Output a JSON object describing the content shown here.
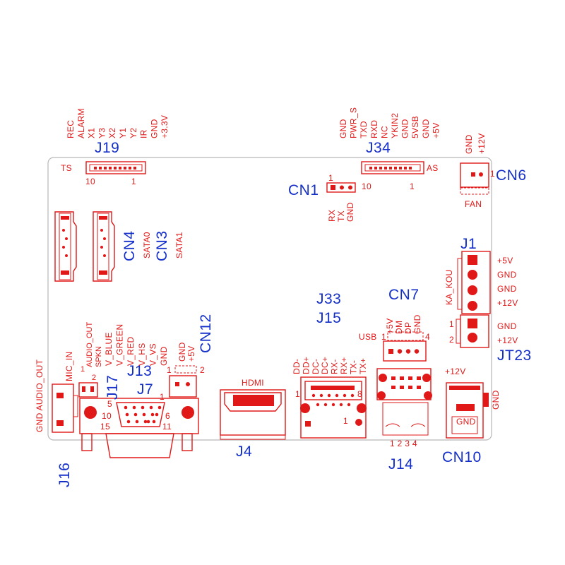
{
  "colors": {
    "pin_labels": "#e01818",
    "designators": "#1530c8",
    "board_outline": "#b8b8b8"
  },
  "j19": {
    "ref": "J19",
    "pins": [
      "REC",
      "ALARM",
      "X1",
      "Y3",
      "X2",
      "Y1",
      "Y2",
      "IR",
      "GND",
      "+3.3V"
    ],
    "label": "TS",
    "n_left": "10",
    "n_right": "1"
  },
  "j34": {
    "ref": "J34",
    "pins": [
      "GND",
      "PWR_S",
      "TXD",
      "RXD",
      "NC",
      "YKIN2",
      "GND",
      "5VSB",
      "GND",
      "+5V"
    ],
    "label": "AS",
    "n_left": "10",
    "n_right": "1"
  },
  "cn1": {
    "ref": "CN1",
    "pin1": "1",
    "pins": [
      "RX",
      "TX",
      "GND"
    ]
  },
  "cn6": {
    "ref": "CN6",
    "pins": [
      "GND",
      "+12V"
    ],
    "pin1": "1",
    "label": "FAN"
  },
  "cn4": {
    "ref": "CN4",
    "label": "SATA0"
  },
  "cn3": {
    "ref": "CN3",
    "label": "SATA1"
  },
  "j1": {
    "ref": "J1",
    "side_label": "KA_KOU",
    "pins": [
      "+5V",
      "GND",
      "GND",
      "+12V"
    ]
  },
  "jt23": {
    "ref": "JT23",
    "n1": "1",
    "n2": "2",
    "pins": [
      "GND",
      "+12V"
    ]
  },
  "j33": {
    "ref": "J33"
  },
  "j15": {
    "ref": "J15"
  },
  "cn7": {
    "ref": "CN7",
    "label": "USB",
    "n_left": "1",
    "n_right": "4",
    "pins": [
      "+5V",
      "DM",
      "DP",
      "GND"
    ]
  },
  "cn12": {
    "ref": "CN12",
    "pins": [
      "GND",
      "+5V"
    ],
    "n_left": "1",
    "n_right": "2"
  },
  "j13": {
    "ref": "J13"
  },
  "j7": {
    "ref": "J7",
    "pins": [
      "V_BLUE",
      "V_GREEN",
      "V_RED",
      "V_HS",
      "V_VS",
      "GND"
    ],
    "n1": "1",
    "n5": "5",
    "n6": "6",
    "n10": "10",
    "n11": "11",
    "n15": "15"
  },
  "j17": {
    "ref": "J17",
    "pins": [
      "AUDIO_OUT",
      "SPKN"
    ],
    "n1": "1",
    "n2": "2"
  },
  "j16": {
    "ref": "J16",
    "pins": [
      "GND",
      "AUDIO_OUT",
      "MIC_IN"
    ]
  },
  "j4": {
    "ref": "J4",
    "label": "HDMI"
  },
  "lan": {
    "pins": [
      "DD-",
      "DD+",
      "DC-",
      "DC+",
      "RX-",
      "RX+",
      "TX-",
      "TX+"
    ],
    "n1": "1",
    "n8": "8",
    "n1b": "1"
  },
  "j14": {
    "ref": "J14",
    "numbers": "1 2 3 4"
  },
  "cn10": {
    "ref": "CN10",
    "pin_top": "+12V",
    "pin_right": "GND",
    "label": "GND"
  }
}
